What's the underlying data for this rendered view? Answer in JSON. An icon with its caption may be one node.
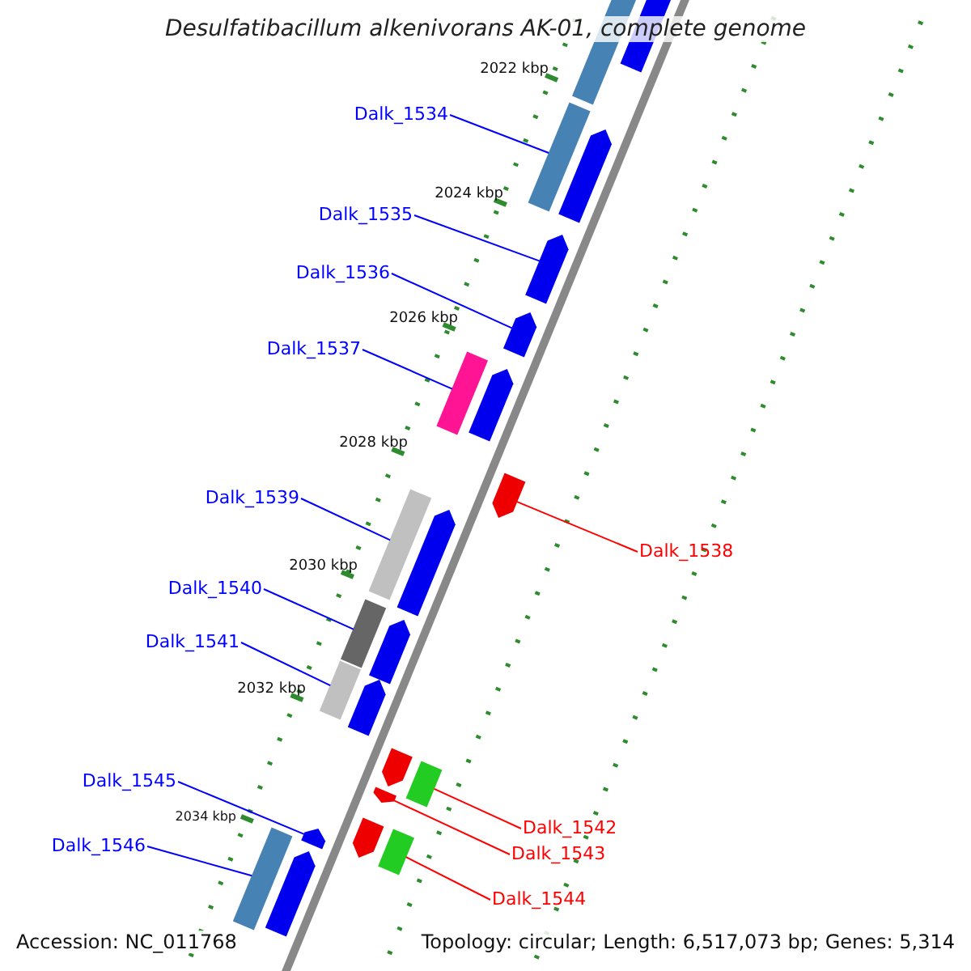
{
  "diagram": {
    "title": "Desulfatibacillum alkenivorans AK-01, complete genome",
    "nodes": [
      {
        "text": [
          "Dalk_1534"
        ]
      },
      {
        "text": [
          "Dalk_1535"
        ]
      },
      {
        "text": [
          "Dalk_1536"
        ]
      },
      {
        "text": [
          "Dalk_1537"
        ]
      },
      {
        "text": [
          "Dalk_1539"
        ]
      },
      {
        "text": [
          "Dalk_1538"
        ]
      },
      {
        "text": [
          "Dalk_1540"
        ]
      },
      {
        "text": [
          "Dalk_1541"
        ]
      },
      {
        "text": [
          "Dalk_1545"
        ]
      },
      {
        "text": [
          "Dalk_1542"
        ]
      },
      {
        "text": [
          "Dalk_1546"
        ]
      },
      {
        "text": [
          "Dalk_1543"
        ]
      },
      {
        "text": [
          "Dalk_1544"
        ]
      },
      {
        "text": [],
        "shape": "box"
      },
      {
        "text": [],
        "shape": "pentagon"
      },
      {
        "text": [],
        "shape": "box"
      },
      {
        "text": [],
        "shape": "pentagon"
      },
      {
        "text": [],
        "shape": "pentagon"
      },
      {
        "text": [],
        "shape": "pentagon"
      },
      {
        "text": [],
        "shape": "box"
      },
      {
        "text": [],
        "shape": "pentagon"
      },
      {
        "text": [],
        "shape": "pentagon"
      },
      {
        "text": [],
        "shape": "box"
      },
      {
        "text": [],
        "shape": "pentagon"
      },
      {
        "text": [],
        "shape": "box"
      },
      {
        "text": [],
        "shape": "pentagon"
      },
      {
        "text": [],
        "shape": "box"
      },
      {
        "text": [],
        "shape": "pentagon"
      },
      {
        "text": [],
        "shape": "pentagon"
      },
      {
        "text": [],
        "shape": "box"
      },
      {
        "text": [],
        "shape": "pentagon"
      },
      {
        "text": [],
        "shape": "pentagon"
      },
      {
        "text": [],
        "shape": "box"
      },
      {
        "text": [],
        "shape": "pentagon"
      },
      {
        "text": [],
        "shape": "box"
      },
      {
        "text": [],
        "shape": "pentagon"
      }
    ],
    "edges": [
      {
        "from": 0,
        "to": 15,
        "arrow": "none"
      },
      {
        "from": 1,
        "to": 17,
        "arrow": "none"
      },
      {
        "from": 2,
        "to": 18,
        "arrow": "none"
      },
      {
        "from": 3,
        "to": 19,
        "arrow": "none"
      },
      {
        "from": 4,
        "to": 22,
        "arrow": "none"
      },
      {
        "from": 5,
        "to": 21,
        "arrow": "none",
        "color": "#ff0000"
      },
      {
        "from": 6,
        "to": 24,
        "arrow": "none"
      },
      {
        "from": 7,
        "to": 26,
        "arrow": "none"
      },
      {
        "from": 8,
        "to": 33,
        "arrow": "none"
      },
      {
        "from": 9,
        "to": 29,
        "arrow": "none",
        "color": "#ff0000"
      },
      {
        "from": 10,
        "to": 32,
        "arrow": "none"
      },
      {
        "from": 11,
        "to": 30,
        "arrow": "none",
        "color": "#ff0000"
      },
      {
        "from": 12,
        "to": 34,
        "arrow": "none",
        "color": "#ff0000"
      }
    ],
    "labels": [
      "2022 kbp",
      "2024 kbp",
      "2026 kbp",
      "2028 kbp",
      "2030 kbp",
      "2032 kbp",
      "2034 kbp",
      "Accession: NC_011768",
      "Topology: circular; Length: 6,517,073 bp; Genes: 5,314"
    ]
  }
}
